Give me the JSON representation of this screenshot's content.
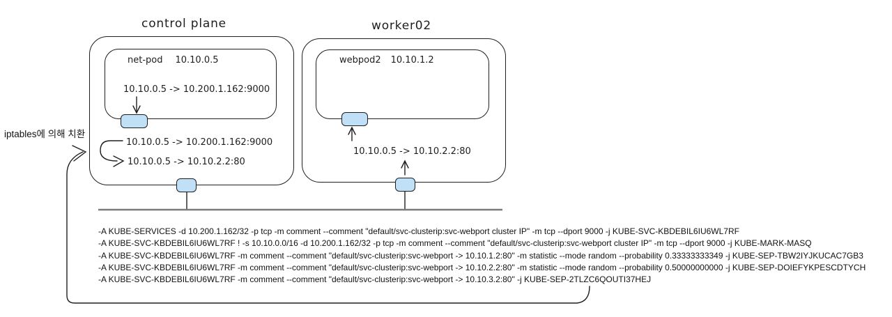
{
  "control_plane": {
    "title": "control plane",
    "pod_name": "net-pod",
    "pod_ip": "10.10.0.5",
    "flow_in_pod": "10.10.0.5 -> 10.200.1.162:9000",
    "flow_host_original": "10.10.0.5 -> 10.200.1.162:9000",
    "flow_host_translated": "10.10.0.5 -> 10.10.2.2:80"
  },
  "worker02": {
    "title": "worker02",
    "pod_name": "webpod2",
    "pod_ip": "10.10.1.2",
    "flow_incoming": "10.10.0.5 -> 10.10.2.2:80"
  },
  "annotation_label": "iptables에 의해 치환",
  "iptables_rules": [
    "-A KUBE-SERVICES -d 10.200.1.162/32 -p tcp -m comment --comment \"default/svc-clusterip:svc-webport cluster IP\" -m tcp --dport 9000 -j KUBE-SVC-KBDEBIL6IU6WL7RF",
    "-A KUBE-SVC-KBDEBIL6IU6WL7RF ! -s 10.10.0.0/16 -d 10.200.1.162/32 -p tcp -m comment --comment \"default/svc-clusterip:svc-webport cluster IP\" -m tcp --dport 9000 -j KUBE-MARK-MASQ",
    "-A KUBE-SVC-KBDEBIL6IU6WL7RF -m comment --comment \"default/svc-clusterip:svc-webport -> 10.10.1.2:80\" -m statistic --mode random --probability 0.33333333349 -j KUBE-SEP-TBW2IYJKUCAC7GB3",
    "-A KUBE-SVC-KBDEBIL6IU6WL7RF -m comment --comment \"default/svc-clusterip:svc-webport -> 10.10.2.2:80\" -m statistic --mode random --probability 0.50000000000 -j KUBE-SEP-DOIEFYKPESCDTYCH",
    "-A KUBE-SVC-KBDEBIL6IU6WL7RF -m comment --comment \"default/svc-clusterip:svc-webport -> 10.10.3.2:80\" -j KUBE-SEP-2TLZC6QOUTI37HEJ"
  ],
  "colors": {
    "stroke": "#1e1e1e",
    "nic_fill": "#bfe0f7",
    "network_line": "#7c7c7c",
    "text": "#111111"
  }
}
